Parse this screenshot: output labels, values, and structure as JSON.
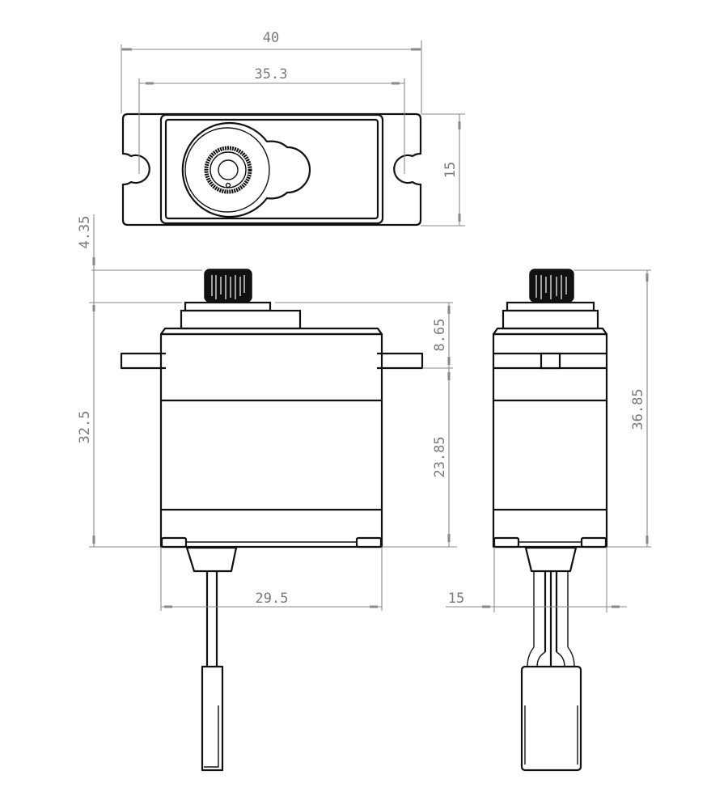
{
  "drawing": {
    "subject": "Micro servo dimensional drawing",
    "units": "mm",
    "views": [
      "top-view",
      "front-view",
      "side-view"
    ],
    "colors": {
      "outline": "#111111",
      "dimension": "#8a8a8a",
      "background": "#ffffff"
    }
  },
  "dimensions": {
    "overall_length": "40",
    "mount_hole_spacing": "35.3",
    "top_width": "15",
    "spline_height": "4.35",
    "body_height": "32.5",
    "top_to_flange": "8.65",
    "flange_to_bottom": "23.85",
    "overall_height": "36.85",
    "body_length": "29.5",
    "side_width": "15"
  }
}
